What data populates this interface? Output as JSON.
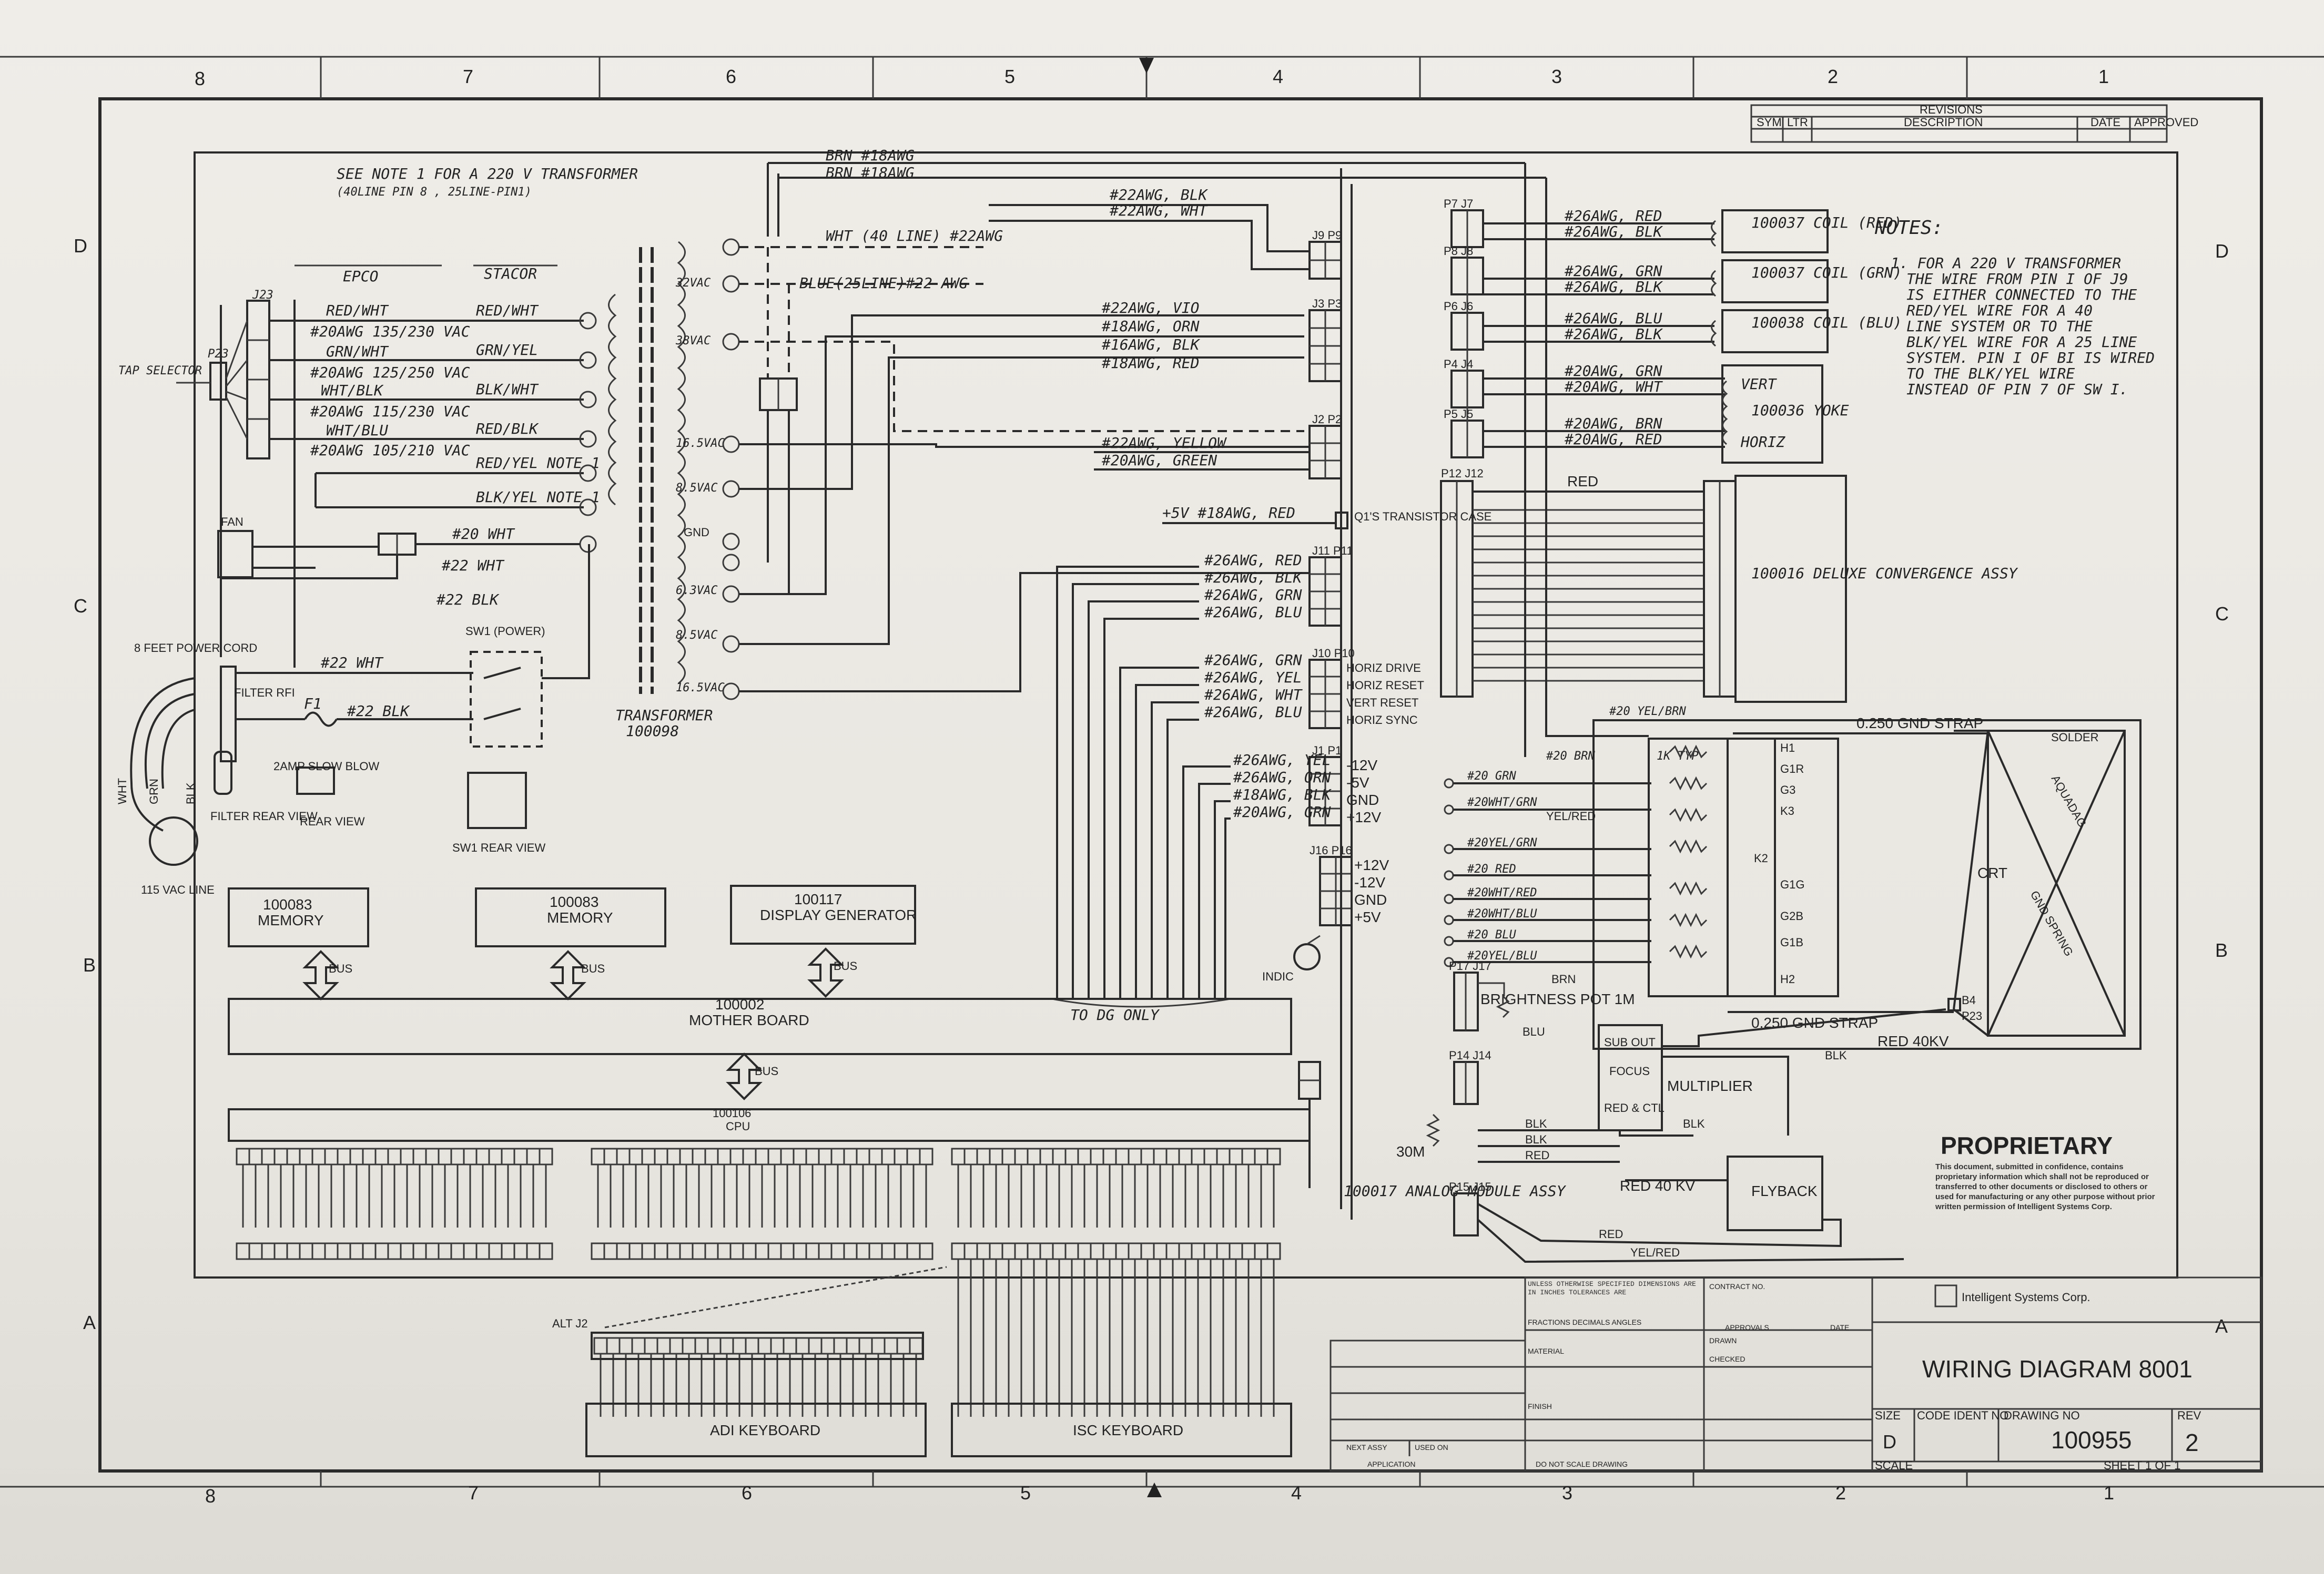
{
  "zones_top": [
    "8",
    "7",
    "6",
    "5",
    "4",
    "3",
    "2",
    "1"
  ],
  "zones_bottom": [
    "8",
    "7",
    "6",
    "5",
    "4",
    "3",
    "2",
    "1"
  ],
  "rows": [
    "D",
    "C",
    "B",
    "A"
  ],
  "revisions_header": "REVISIONS",
  "revisions_cols": [
    "SYM",
    "LTR",
    "DESCRIPTION",
    "DATE",
    "APPROVED"
  ],
  "notes": {
    "title": "NOTES:",
    "lines": [
      "1. FOR A 220 V TRANSFORMER",
      "THE WIRE FROM PIN I OF J9",
      "IS EITHER CONNECTED TO THE",
      "RED/YEL WIRE FOR A 40",
      "LINE SYSTEM OR TO THE",
      "BLK/YEL WIRE FOR A 25 LINE",
      "SYSTEM. PIN I OF BI IS WIRED",
      "TO THE BLK/YEL WIRE",
      "INSTEAD OF PIN 7 OF SW I."
    ]
  },
  "power": {
    "see_note": "SEE NOTE 1 FOR A 220 V TRANSFORMER",
    "line_pin": "(40LINE PIN 8 , 25LINE-PIN1)",
    "epco": "EPCO",
    "stacor": "STACOR",
    "j23": "J23",
    "p23": "P23",
    "tap_selector": "TAP SELECTOR",
    "epco_wires": [
      "RED/WHT",
      "#20AWG 135/230 VAC",
      "GRN/WHT",
      "#20AWG 125/250 VAC",
      "WHT/BLK",
      "#20AWG 115/230 VAC",
      "WHT/BLU",
      "#20AWG 105/210 VAC"
    ],
    "stacor_wires": [
      "RED/WHT",
      "GRN/YEL",
      "BLK/WHT",
      "RED/BLK",
      "RED/YEL NOTE 1",
      "BLK/YEL NOTE 1"
    ],
    "fan": "FAN",
    "wht20": "#20 WHT",
    "wht22": "#22 WHT",
    "blk22": "#22 BLK",
    "wht22b": "#22 WHT",
    "blk22b": "#22 BLK",
    "cord": "8 FEET POWER CORD",
    "filter": "FILTER RFI",
    "f1": "F1",
    "slow_blow": "2AMP SLOW BLOW",
    "rear_view": "REAR VIEW",
    "filter_rear": "FILTER REAR VIEW",
    "sw1": "SW1 (POWER)",
    "sw1_rear": "SW1 REAR VIEW",
    "line": "115 VAC LINE",
    "wht": "WHT",
    "grn": "GRN",
    "blk": "BLK"
  },
  "transformer": {
    "label": "TRANSFORMER",
    "part": "100098",
    "taps": [
      "32VAC",
      "38VAC",
      "16.5VAC",
      "8.5VAC",
      "GND",
      "6.3VAC",
      "8.5VAC",
      "16.5VAC"
    ],
    "wht_line": "WHT (40 LINE) #22AWG",
    "blue_line": "BLUE(25LINE)#22 AWG",
    "brn1": "BRN #18AWG",
    "brn2": "BRN #18AWG"
  },
  "mid_wires": {
    "p9": [
      "#22AWG, BLK",
      "#22AWG, WHT"
    ],
    "p3": [
      "#22AWG, VIO",
      "#18AWG, ORN",
      "#16AWG, BLK",
      "#18AWG, RED"
    ],
    "p2": [
      "#22AWG, YELLOW",
      "#20AWG, GREEN"
    ],
    "transistor": "+5V  #18AWG, RED",
    "q1": "Q1'S TRANSISTOR CASE",
    "p11": [
      "#26AWG, RED",
      "#26AWG, BLK",
      "#26AWG, GRN",
      "#26AWG, BLU"
    ],
    "p10": [
      "#26AWG, GRN",
      "#26AWG, YEL",
      "#26AWG, WHT",
      "#26AWG, BLU"
    ],
    "p10_sig": [
      "HORIZ DRIVE",
      "HORIZ RESET",
      "VERT RESET",
      "HORIZ SYNC"
    ],
    "p1": [
      "#26AWG, YEL",
      "#26AWG, ORN",
      "#18AWG, BLK",
      "#20AWG, GRN"
    ],
    "p1_sig": [
      "-12V",
      "-5V",
      "GND",
      "+12V"
    ],
    "p16_sig": [
      "+12V",
      "-12V",
      "GND",
      "+5V"
    ],
    "to_dg": "TO DG ONLY",
    "indic": "INDIC",
    "analog": "100017 ANALOG MODULE ASSY"
  },
  "coils": {
    "p7": [
      "#26AWG, RED",
      "#26AWG, BLK"
    ],
    "p8": [
      "#26AWG, GRN",
      "#26AWG, BLK"
    ],
    "p6": [
      "#26AWG, BLU",
      "#26AWG, BLK"
    ],
    "p4": [
      "#20AWG, GRN",
      "#20AWG, WHT"
    ],
    "p5": [
      "#20AWG, BRN",
      "#20AWG, RED"
    ],
    "coil_red": "100037 COIL (RED)",
    "coil_grn": "100037 COIL (GRN)",
    "coil_blu": "100038 COIL (BLU)",
    "yoke": "100036 YOKE",
    "vert": "VERT",
    "horiz": "HORIZ",
    "red": "RED",
    "convergence": "100016 DELUXE CONVERGENCE ASSY"
  },
  "crt": {
    "label": "CRT",
    "solder": "SOLDER",
    "aquadag": "AQUADAG",
    "spring": "GND SPRING",
    "strap_top": "0.250 GND STRAP",
    "strap_bot": "0.250 GND STRAP",
    "red40kv": "RED 40KV",
    "yel_brn": "#20 YEL/BRN",
    "typ": "1K TYP",
    "grn20": "#20 GRN",
    "wht20": "#20WHT/GRN",
    "yelred": "YEL/RED",
    "yelgrn": "#20YEL/GRN",
    "red20": "#20 RED",
    "whtred": "#20WHT/RED",
    "whtblu": "#20WHT/BLU",
    "blu20": "#20 BLU",
    "yelblu": "#20YEL/BLU",
    "brn": "BRN",
    "brn2": "#20 BRN",
    "pins": [
      "K2",
      "H1",
      "G1R",
      "G3",
      "K3",
      "G1G",
      "G2B",
      "G1B",
      "H2"
    ],
    "p23": "P23",
    "b4": "B4"
  },
  "hv": {
    "brightness": "BRIGHTNESS POT 1M",
    "blu": "BLU",
    "multiplier": "MULTIPLIER",
    "focus": "FOCUS",
    "sub_out": "SUB OUT",
    "red_ctl": "RED & CTL",
    "blk": "BLK",
    "blk2": "BLK",
    "red": "RED",
    "red40": "RED 40 KV",
    "flyback": "FLYBACK",
    "r30m": "30M",
    "red_b": "RED",
    "yel_red": "YEL/RED"
  },
  "boards": {
    "mem1": [
      "100083",
      "MEMORY"
    ],
    "mem2": [
      "100083",
      "MEMORY"
    ],
    "dg": [
      "100117",
      "DISPLAY GENERATOR"
    ],
    "mother": [
      "100002",
      "MOTHER BOARD"
    ],
    "cpu": [
      "100106",
      "CPU"
    ],
    "bus": "BUS"
  },
  "keyboards": {
    "adi": "ADI KEYBOARD",
    "isc": "ISC KEYBOARD",
    "alt": "ALT J2"
  },
  "title_block": {
    "proprietary": "PROPRIETARY",
    "prop_text": "This document, submitted in confidence, contains proprietary information which shall not be reproduced or transferred to other documents or disclosed to others or used for manufacturing or any other purpose without prior written permission of Intelligent Systems Corp.",
    "company": "Intelligent Systems Corp.",
    "title": "WIRING DIAGRAM 8001",
    "size_label": "SIZE",
    "size": "D",
    "code_label": "CODE IDENT NO",
    "dwg_label": "DRAWING NO",
    "dwg_no": "100955",
    "rev_label": "REV",
    "rev": "2",
    "scale": "SCALE",
    "sheet": "SHEET 1 OF 1",
    "unless": "UNLESS OTHERWISE SPECIFIED DIMENSIONS ARE IN INCHES TOLERANCES ARE",
    "fractions": "FRACTIONS   DECIMALS   ANGLES",
    "contract": "CONTRACT NO.",
    "approvals": "APPROVALS",
    "date": "DATE",
    "drawn": "DRAWN",
    "checked": "CHECKED",
    "material": "MATERIAL",
    "finish": "FINISH",
    "next_assy": "NEXT ASSY",
    "used_on": "USED ON",
    "application": "APPLICATION",
    "dont_scale": "DO NOT SCALE DRAWING"
  }
}
